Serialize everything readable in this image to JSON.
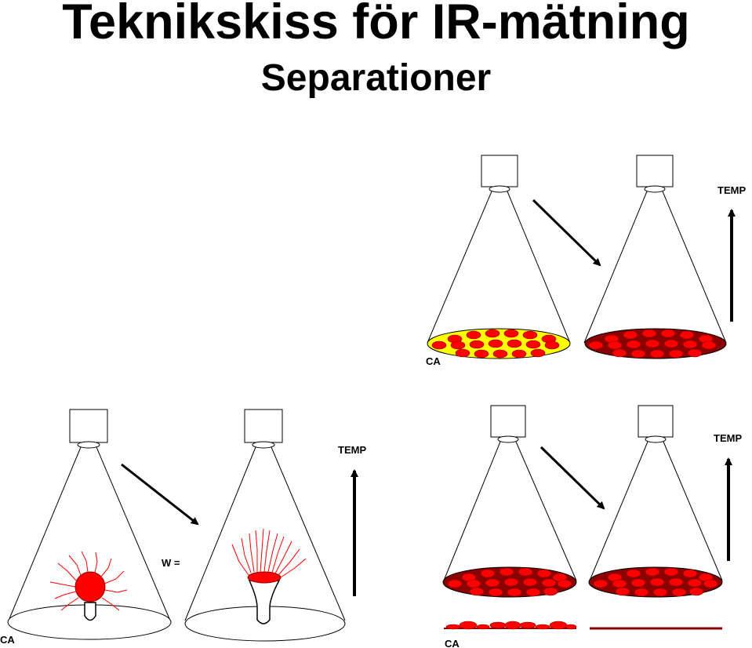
{
  "title": "Teknikskiss för IR-mätning",
  "subtitle": "Separationer",
  "labels": {
    "temp": "TEMP",
    "ca": "CA",
    "w": "W ="
  },
  "colors": {
    "red": "#ff0000",
    "dark_red": "#8b0000",
    "yellow": "#ffff00",
    "black": "#000000"
  },
  "panels": [
    {
      "id": "top-right",
      "description_label": "CA",
      "has_temp_arrow": true
    },
    {
      "id": "bottom-left",
      "description_label": "CA",
      "has_temp_arrow": true
    },
    {
      "id": "bottom-right",
      "description_label": "CA",
      "has_temp_arrow": true
    }
  ]
}
